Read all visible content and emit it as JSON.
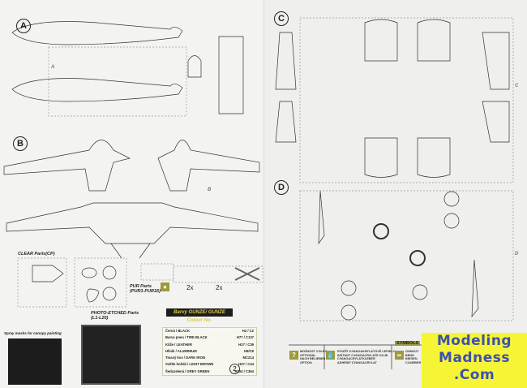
{
  "sections": {
    "a": "A",
    "b": "B",
    "c": "C",
    "d": "D"
  },
  "sprue_tags": {
    "a": "A",
    "b": "B",
    "c": "C",
    "d": "D"
  },
  "clear_parts": "CLEAR Parts(CP)",
  "pur_parts": "PUR Parts\n(PUR1-PUR16)",
  "pe_parts": "PHOTO-ETCHED Parts\n(L1-L20)",
  "spray_masks": "Spray masks for canopy painting",
  "qty": [
    "2x",
    "2x"
  ],
  "colour_table": {
    "title": "Barvy GUNZE/ GUNZE Colour No.",
    "rows": [
      {
        "name": "Černá / BLACK",
        "code": "H2 / C2"
      },
      {
        "name": "Barva pneu / TIRE BLACK",
        "code": "H77 / C137"
      },
      {
        "name": "Kůže / LEATHER",
        "code": "H17 / C39"
      },
      {
        "name": "Hliník / ALUMINIUM",
        "code": "H8/C8"
      },
      {
        "name": "Tmavý kov / DARK IRON",
        "code": "MC214"
      },
      {
        "name": "Světle hnědá / LIGHT BROWN",
        "code": "H37 / C44"
      },
      {
        "name": "Šedozelená / GREY GREEN",
        "code": "H304 / C364"
      }
    ]
  },
  "page_number": "2",
  "symbols": {
    "title": "SYMBOLS",
    "items": [
      {
        "icon": "?",
        "text": "MOŽNOST VOLBY\nOPTIONAL\nNACH BELIEBEN\nOPTION"
      },
      {
        "icon": "💧",
        "text": "POUŽÍT KYANOAKRYLÁTOVÉ LEPIDLO\nINSTANT CYANOACRYLATE GLUE\nCYANOACRYLATKLEBER\nADHÉSIF CYANOACRYLAT"
      },
      {
        "icon": "∞",
        "text": "OHNOUT\nBEND\nBIEGEN\nCOURBER"
      }
    ]
  },
  "watermark": [
    "Modeling",
    "Madness",
    ".Com"
  ]
}
